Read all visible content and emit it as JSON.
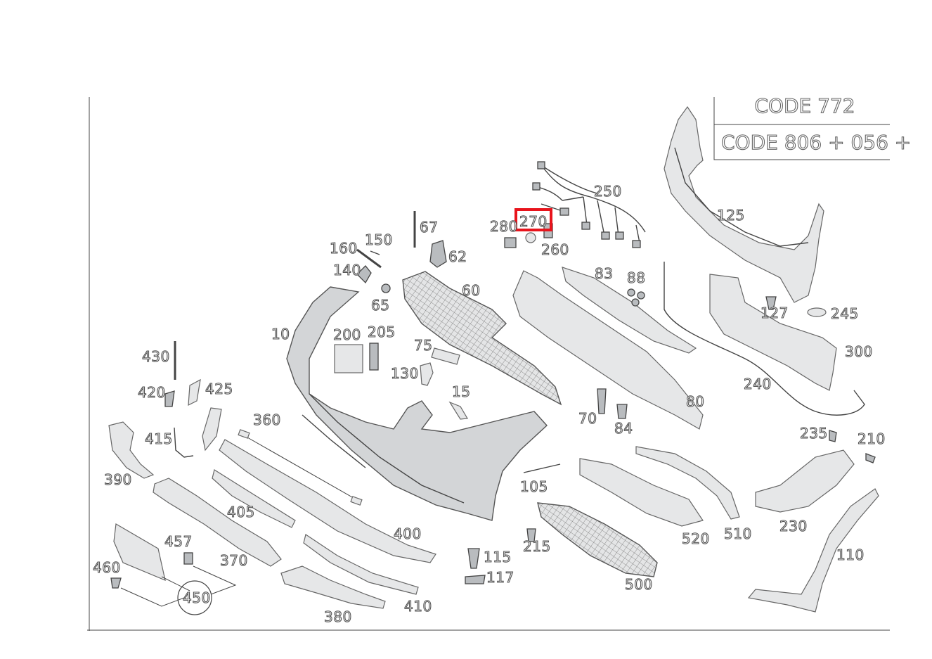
{
  "legend": {
    "code_772": "CODE 772",
    "code_806": "CODE 806 + 056 +"
  },
  "highlight": {
    "part": "270",
    "color": "#e8141c"
  },
  "callouts": {
    "p10": "10",
    "p15": "15",
    "p60": "60",
    "p62": "62",
    "p65": "65",
    "p67": "67",
    "p70": "70",
    "p75": "75",
    "p80": "80",
    "p83": "83",
    "p84": "84",
    "p88": "88",
    "p105": "105",
    "p110": "110",
    "p115": "115",
    "p117": "117",
    "p125": "125",
    "p127": "127",
    "p130": "130",
    "p140": "140",
    "p150": "150",
    "p160": "160",
    "p200": "200",
    "p205": "205",
    "p210": "210",
    "p215": "215",
    "p230": "230",
    "p235": "235",
    "p240": "240",
    "p245": "245",
    "p250": "250",
    "p260": "260",
    "p270": "270",
    "p280": "280",
    "p300": "300",
    "p360": "360",
    "p370": "370",
    "p380": "380",
    "p390": "390",
    "p400": "400",
    "p405": "405",
    "p410": "410",
    "p415": "415",
    "p420": "420",
    "p425": "425",
    "p430": "430",
    "p450": "450",
    "p457": "457",
    "p460": "460",
    "p500": "500",
    "p510": "510",
    "p520": "520"
  }
}
